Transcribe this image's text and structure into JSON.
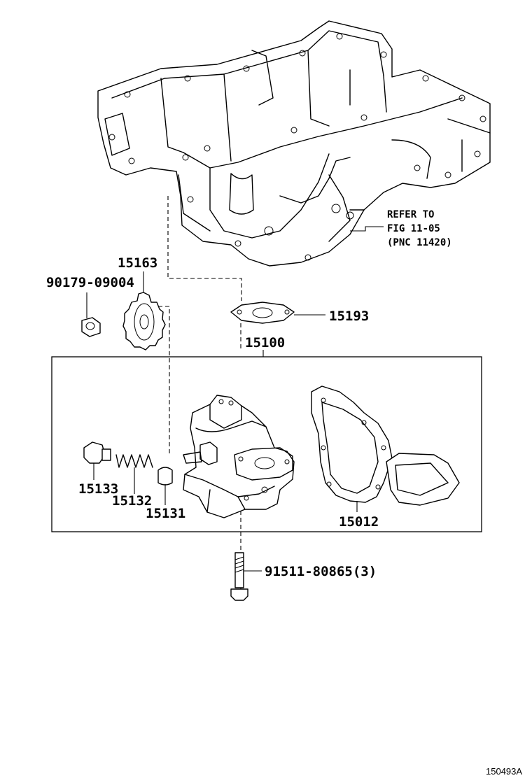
{
  "callouts": {
    "refer_line1": "REFER TO",
    "refer_line2": "FIG 11-05",
    "refer_line3": "(PNC 11420)",
    "p15163": "15163",
    "p90179": "90179-09004",
    "p15193": "15193",
    "p15100": "15100",
    "p15133": "15133",
    "p15132": "15132",
    "p15131": "15131",
    "p15012": "15012",
    "p91511": "91511-80865(3)"
  },
  "illustration_number": "150493A"
}
